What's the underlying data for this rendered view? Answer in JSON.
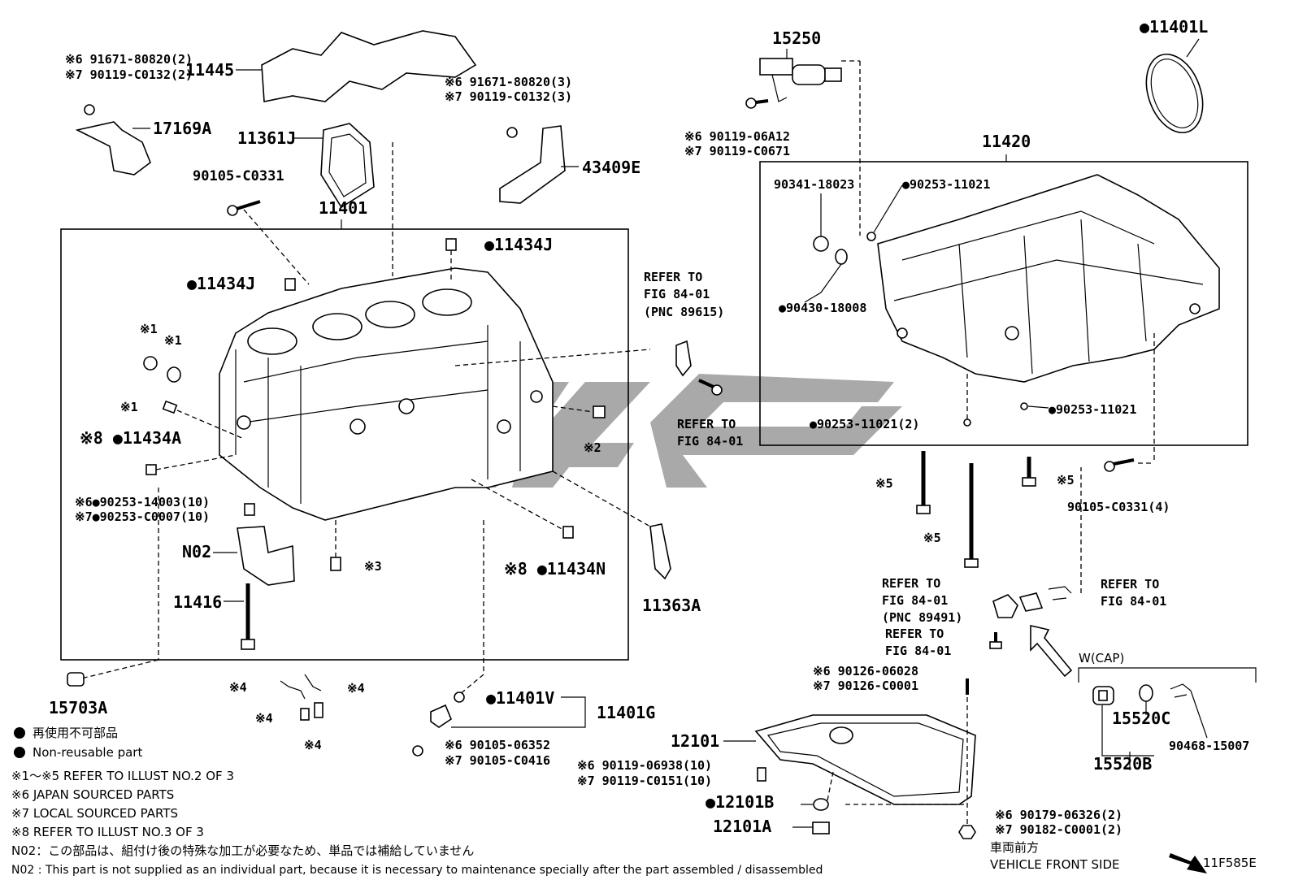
{
  "diagram_code": "11F585E",
  "labels": {
    "p91671_80820_2_a": "※6 91671-80820(2)",
    "p90119_C0132_2_a": "※7 90119-C0132(2)",
    "p11445": "11445",
    "p17169A": "17169A",
    "p91671_80820_3": "※6 91671-80820(3)",
    "p90119_C0132_3": "※7 90119-C0132(3)",
    "p11361J": "11361J",
    "p43409E": "43409E",
    "p90105_C0331": "90105-C0331",
    "p11401": "11401",
    "p11434J_a": "●11434J",
    "p11434J_b": "●11434J",
    "p_mark1_a": "※1",
    "p_mark1_b": "※1",
    "p_mark1_c": "※1",
    "p11434A": "※8 ●11434A",
    "p90253_14003": "※6●90253-14003(10)",
    "p90253_C0007": "※7●90253-C0007(10)",
    "pN02": "N02",
    "p11416": "11416",
    "p_mark3": "※3",
    "p_mark2": "※2",
    "p11434N": "※8 ●11434N",
    "p11363A": "11363A",
    "p15703A": "15703A",
    "p_mark4_a": "※4",
    "p_mark4_b": "※4",
    "p_mark4_c": "※4",
    "p_mark4_d": "※4",
    "p11401V": "●11401V",
    "p11401G": "11401G",
    "p90105_06352": "※6 90105-06352",
    "p90105_C0416": "※7 90105-C0416",
    "refer1_line1": "REFER TO",
    "refer1_line2": "FIG 84-01",
    "refer1_line3": "(PNC 89615)",
    "refer2_line1": "REFER TO",
    "refer2_line2": "FIG 84-01",
    "p15250": "15250",
    "p90119_06A12": "※6 90119-06A12",
    "p90119_C0671": "※7 90119-C0671",
    "p11401L": "●11401L",
    "p11420": "11420",
    "p90341_18023": "90341-18023",
    "p90253_11021_a": "●90253-11021",
    "p90430_18008": "●90430-18008",
    "p90253_11021_b": "●90253-11021",
    "p90253_11021_c": "●90253-11021(2)",
    "p_mark5_a": "※5",
    "p_mark5_b": "※5",
    "p_mark5_c": "※5",
    "p90105_C0331_4": "90105-C0331(4)",
    "refer3_line1": "REFER TO",
    "refer3_line2": "FIG 84-01",
    "refer3_line3": "(PNC 89491)",
    "refer4_line1": "REFER TO",
    "refer4_line2": "FIG 84-01",
    "refer5_line1": "REFER TO",
    "refer5_line2": "FIG 84-01",
    "wcap": "W(CAP)",
    "p15520C": "15520C",
    "p15520B": "15520B",
    "p90468_15007": "90468-15007",
    "p90126_06028": "※6 90126-06028",
    "p90126_C0001": "※7 90126-C0001",
    "p12101": "12101",
    "p90119_06938": "※6 90119-06938(10)",
    "p90119_C0151": "※7 90119-C0151(10)",
    "p12101B": "●12101B",
    "p12101A": "12101A",
    "p90179_06326": "※6 90179-06326(2)",
    "p90182_C0001": "※7 90182-C0001(2)",
    "front_jp": "車両前方",
    "front_en": "VEHICLE FRONT SIDE"
  },
  "legend": {
    "nonreusable_jp": "再使用不可部品",
    "nonreusable_en": "Non-reusable part",
    "note1": "※1～※5 REFER TO ILLUST NO.2 OF 3",
    "note6": "※6 JAPAN SOURCED PARTS",
    "note7": "※7 LOCAL SOURCED PARTS",
    "note8": "※8 REFER TO ILLUST NO.3 OF 3",
    "n02_jp": "N02：この部品は、組付け後の特殊な加工が必要なため、単品では補給していません",
    "n02_en": "N02 : This part is not supplied as an individual part, because it is necessary to maintenance specially after the part assembled / disassembled"
  }
}
